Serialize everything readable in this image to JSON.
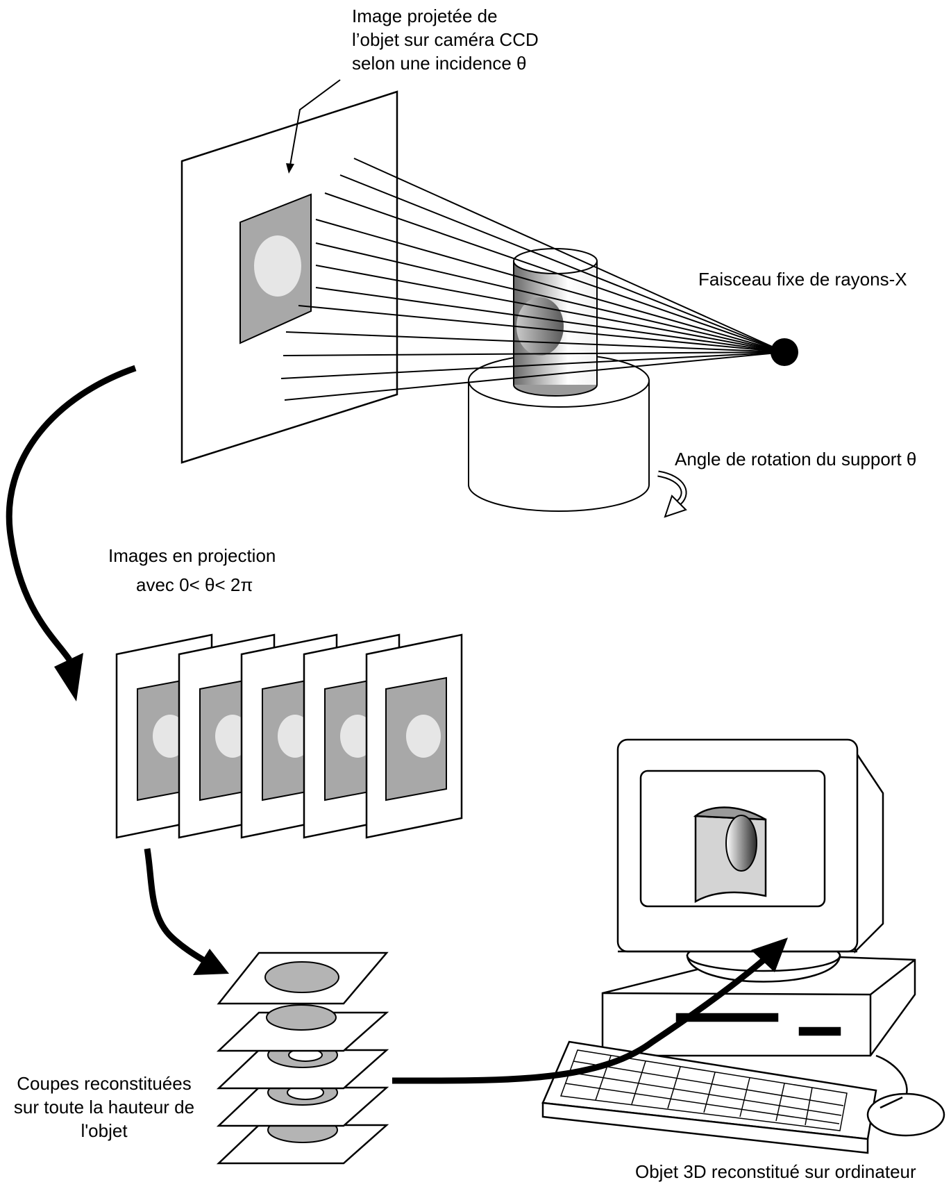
{
  "labels": {
    "projected_image": [
      "Image projetée de",
      "l’objet sur caméra CCD",
      "selon une incidence θ"
    ],
    "xray_beam": "Faisceau fixe de rayons-X",
    "rotation_angle": "Angle de rotation du support θ",
    "projection_images": [
      "Images en projection",
      "avec  0< θ< 2π"
    ],
    "reconstructed_slices": [
      "Coupes reconstituées",
      "sur toute la hauteur de",
      "l'objet"
    ],
    "reconstructed_object": "Objet  3D reconstitué sur ordinateur"
  },
  "colors": {
    "ink": "#000000",
    "paper": "#ffffff",
    "detector_gray": "#a8a8a8",
    "spot_light": "#e6e6e6",
    "slice_gray": "#b4b4b4",
    "cylinder_dark": "#5a5a5a"
  },
  "icons": [
    "xray-source-icon",
    "rotation-arrow-icon",
    "computer-icon",
    "mouse-icon",
    "keyboard-icon"
  ]
}
